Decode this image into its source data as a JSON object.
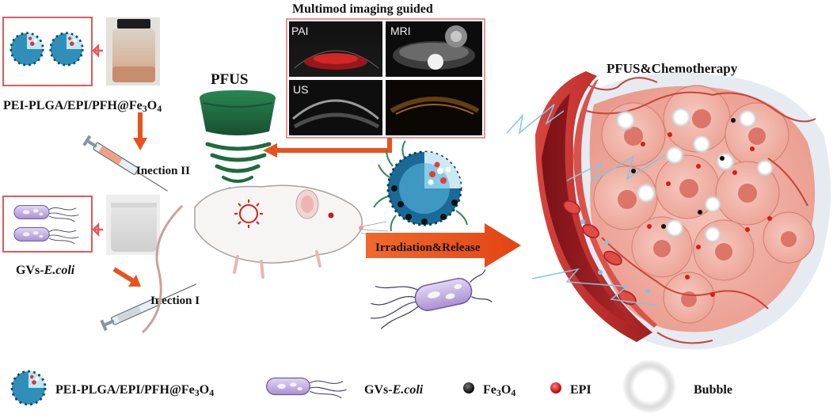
{
  "imaging_title": "Multimod  imaging guided",
  "imaging_panels": [
    "PAI",
    "MRI",
    "US",
    ""
  ],
  "pfus_label": "PFUS",
  "therapy_label": "PFUS&Chemotherapy",
  "nanoparticle_label": "PEI-PLGA/EPI/PFH@Fe3O4",
  "bacteria_label_prefix": "GVs-",
  "bacteria_label_italic": "E.coli",
  "injection_2_label": "Inection II",
  "injection_1_label": "Inection I",
  "release_label": "Irradiation&Release",
  "legend": {
    "nanoparticle": "PEI-PLGA/EPI/PFH@Fe3O4",
    "bacteria_prefix": "GVs-",
    "bacteria_italic": "E.coli",
    "fe3o4": "Fe3O4",
    "epi": "EPI",
    "bubble": "Bubble"
  },
  "colors": {
    "arrow_orange": "#e8521c",
    "transducer_green": "#1f6b3f",
    "vessel_red": "#b8252a",
    "tumor_pink": "#f2aaa0",
    "frame_red": "#e07070",
    "bacteria_purple": "#b9a6d9"
  }
}
